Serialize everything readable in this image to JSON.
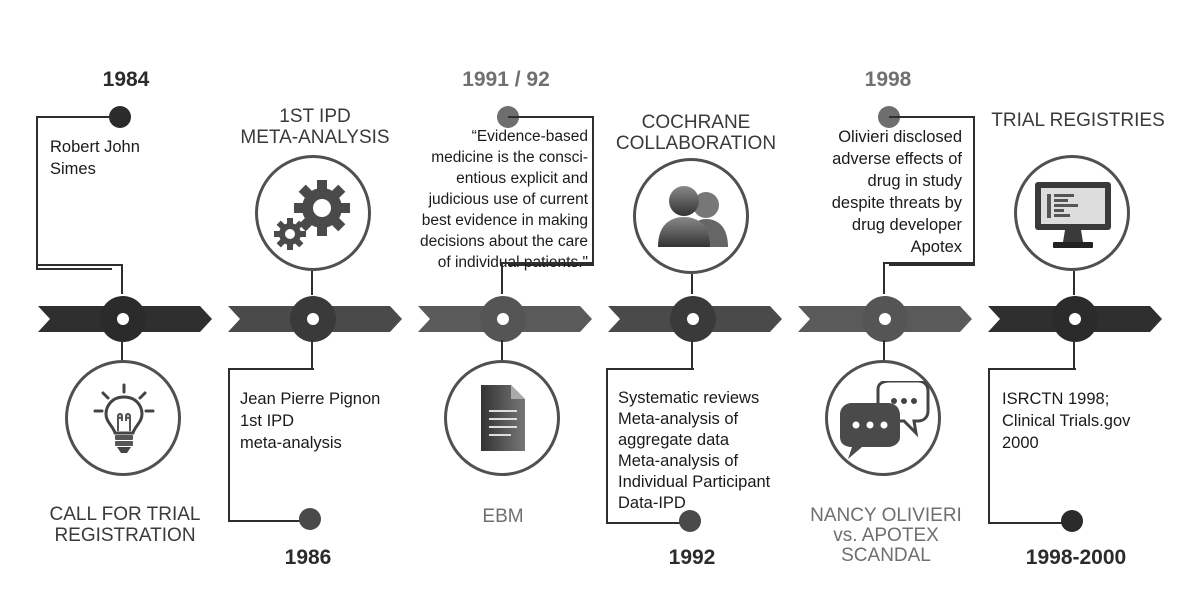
{
  "events": [
    {
      "year": "1984",
      "title": "CALL FOR TRIAL\nREGISTRATION",
      "text": "Robert John\nSimes",
      "icon": "lightbulb-icon"
    },
    {
      "year": "1986",
      "title": "1ST IPD\nMETA-ANALYSIS",
      "text": "Jean Pierre Pignon\n1st IPD\nmeta-analysis",
      "icon": "gears-icon"
    },
    {
      "year": "1991 / 92",
      "title": "EBM",
      "text": "“Evidence-based\nmedicine is the consci-\nentious explicit and\njudicious use of current\nbest evidence in making\ndecisions about the care\nof individual patients.\"",
      "icon": "document-icon"
    },
    {
      "year": "1992",
      "title": "COCHRANE\nCOLLABORATION",
      "text": "Systematic reviews\nMeta-analysis of\naggregate data\nMeta-analysis of\nIndividual Participant\nData-IPD",
      "icon": "people-icon"
    },
    {
      "year": "1998",
      "title": "NANCY OLIVIERI\nvs. APOTEX\nSCANDAL",
      "text": "Olivieri disclosed\nadverse effects of\ndrug in study\ndespite threats by\ndrug developer\nApotex",
      "icon": "chat-bubbles-icon"
    },
    {
      "year": "1998-2000",
      "title": "TRIAL REGISTRIES",
      "text": "ISRCTN 1998;\nClinical Trials.gov\n2000",
      "icon": "monitor-icon"
    }
  ],
  "colors": {
    "dark": "#2b2b2b",
    "mid": "#4a4a4a",
    "grey": "#6e6e6e",
    "light": "#9a9a9a"
  }
}
